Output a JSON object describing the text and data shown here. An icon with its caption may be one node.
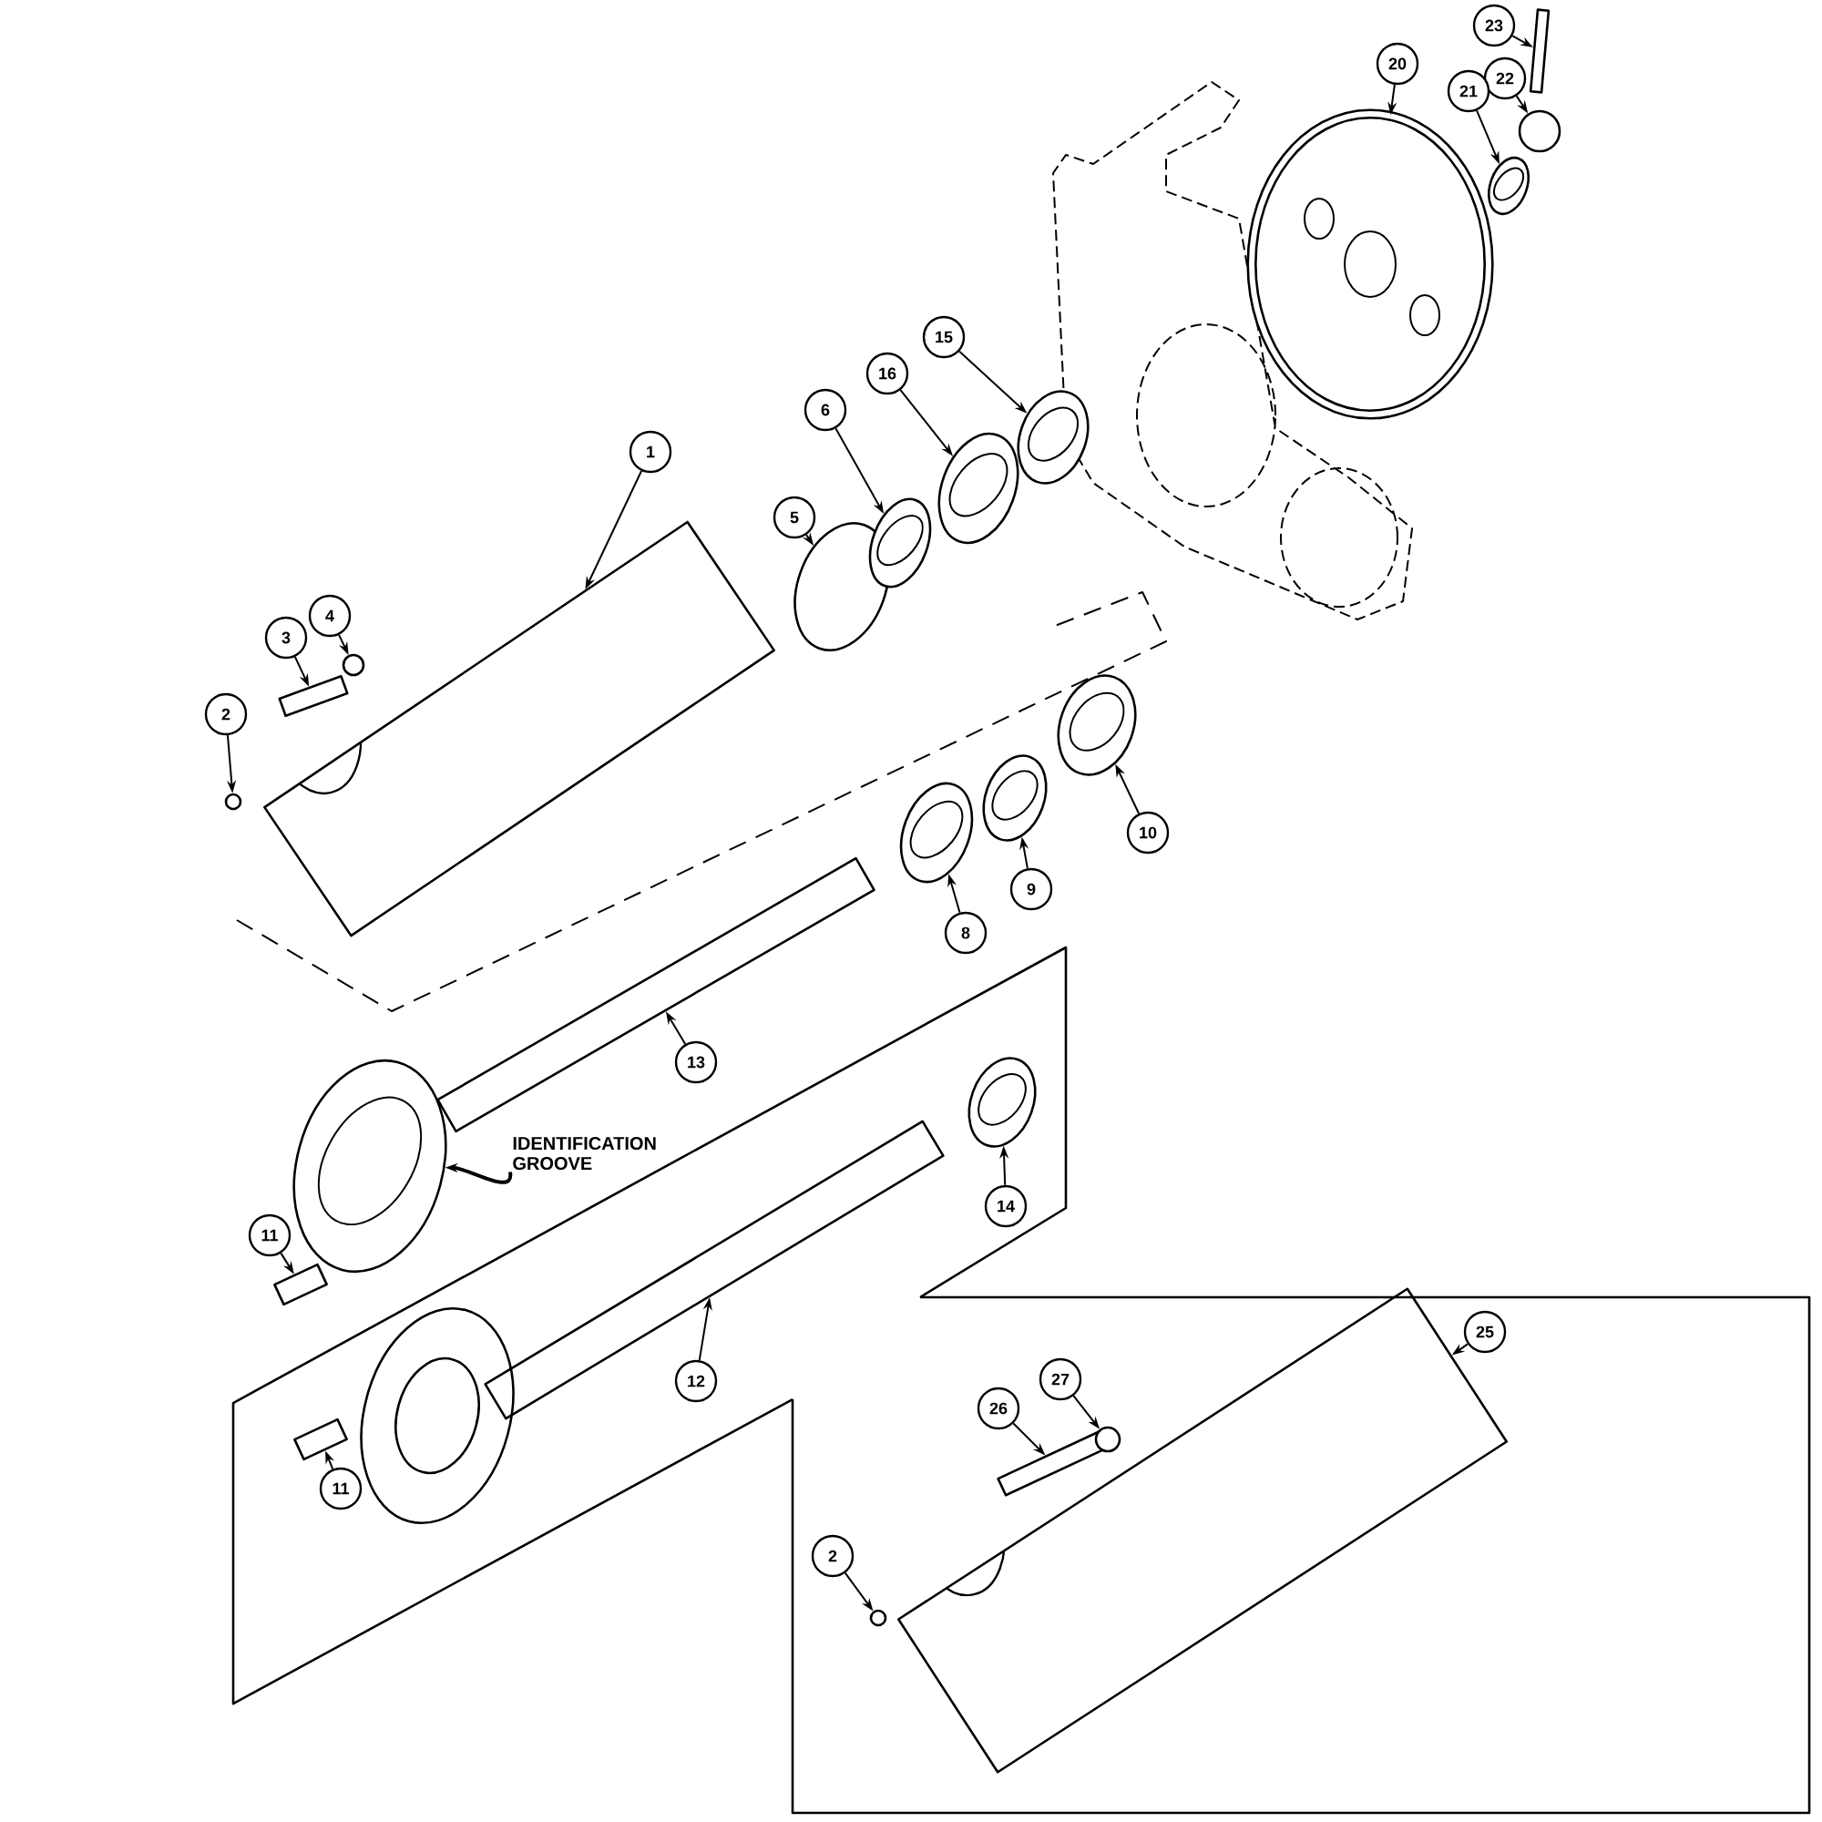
{
  "diagram": {
    "nodes": [
      {
        "text": [
          "1"
        ]
      },
      {
        "text": [
          "5"
        ]
      },
      {
        "text": [
          "6"
        ]
      },
      {
        "text": [
          "16"
        ]
      },
      {
        "text": [
          "15"
        ]
      },
      {
        "text": [
          "20"
        ]
      },
      {
        "text": [
          "23"
        ]
      },
      {
        "text": [
          "22"
        ]
      },
      {
        "text": [
          "21"
        ]
      },
      {
        "text": [
          "4"
        ]
      },
      {
        "text": [
          "3"
        ]
      },
      {
        "text": [
          "2"
        ]
      },
      {
        "text": [
          "10"
        ]
      },
      {
        "text": [
          "9"
        ]
      },
      {
        "text": [
          "8"
        ]
      },
      {
        "text": [
          "13"
        ]
      },
      {
        "text": [
          "14"
        ]
      },
      {
        "text": [
          "11"
        ]
      },
      {
        "text": [
          "12"
        ]
      },
      {
        "text": [
          "11"
        ]
      },
      {
        "text": [
          "25"
        ]
      },
      {
        "text": [
          "26"
        ]
      },
      {
        "text": [
          "27"
        ]
      },
      {
        "text": [
          "2"
        ]
      },
      {
        "text": [
          "IDENTIFICATION GROOVE"
        ]
      },
      {
        "text": [],
        "shape": "picture"
      },
      {
        "text": [],
        "shape": "picture"
      },
      {
        "text": [],
        "shape": "picture"
      },
      {
        "text": [],
        "shape": "picture"
      },
      {
        "text": [],
        "shape": "picture"
      },
      {
        "text": [],
        "shape": "picture"
      },
      {
        "text": [],
        "shape": "picture"
      },
      {
        "text": [],
        "shape": "circle"
      },
      {
        "text": [],
        "shape": "picture"
      },
      {
        "text": [],
        "shape": "circle"
      },
      {
        "text": [],
        "shape": "picture"
      },
      {
        "text": [],
        "shape": "circle"
      },
      {
        "text": [],
        "shape": "picture"
      },
      {
        "text": [],
        "shape": "picture"
      },
      {
        "text": [],
        "shape": "picture"
      },
      {
        "text": [],
        "shape": "picture"
      },
      {
        "text": [],
        "shape": "picture"
      },
      {
        "text": [],
        "shape": "picture"
      },
      {
        "text": [],
        "shape": "picture"
      },
      {
        "text": [],
        "shape": "picture"
      },
      {
        "text": [],
        "shape": "picture"
      },
      {
        "text": [],
        "shape": "picture"
      },
      {
        "text": [],
        "shape": "circle"
      },
      {
        "text": [],
        "shape": "circle"
      },
      {
        "text": [],
        "shape": "picture"
      }
    ],
    "edges": [
      {
        "from": 0,
        "to": 25,
        "arrow": "to"
      },
      {
        "from": 1,
        "to": 26,
        "arrow": "to"
      },
      {
        "from": 2,
        "to": 27,
        "arrow": "to"
      },
      {
        "from": 3,
        "to": 28,
        "arrow": "to"
      },
      {
        "from": 4,
        "to": 29,
        "arrow": "to"
      },
      {
        "from": 5,
        "to": 30,
        "arrow": "to"
      },
      {
        "from": 6,
        "to": 31,
        "arrow": "to"
      },
      {
        "from": 7,
        "to": 32,
        "arrow": "to"
      },
      {
        "from": 8,
        "to": 33,
        "arrow": "to"
      },
      {
        "from": 9,
        "to": 34,
        "arrow": "to"
      },
      {
        "from": 10,
        "to": 35,
        "arrow": "to"
      },
      {
        "from": 11,
        "to": 36,
        "arrow": "to"
      },
      {
        "from": 12,
        "to": 37,
        "arrow": "to"
      },
      {
        "from": 13,
        "to": 38,
        "arrow": "to"
      },
      {
        "from": 14,
        "to": 39,
        "arrow": "to"
      },
      {
        "from": 15,
        "to": 40,
        "arrow": "to"
      },
      {
        "from": 16,
        "to": 41,
        "arrow": "to"
      },
      {
        "from": 17,
        "to": 42,
        "arrow": "to"
      },
      {
        "from": 18,
        "to": 43,
        "arrow": "to"
      },
      {
        "from": 19,
        "to": 44,
        "arrow": "to"
      },
      {
        "from": 20,
        "to": 45,
        "arrow": "to"
      },
      {
        "from": 21,
        "to": 46,
        "arrow": "to"
      },
      {
        "from": 22,
        "to": 47,
        "arrow": "to"
      },
      {
        "from": 23,
        "to": 48,
        "arrow": "to"
      },
      {
        "from": 24,
        "to": 49,
        "arrow": "to"
      }
    ]
  }
}
